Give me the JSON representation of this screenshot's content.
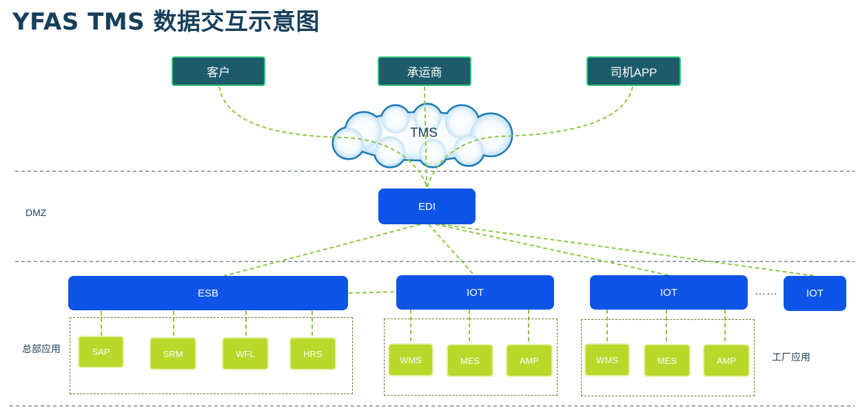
{
  "title": "YFAS TMS 数据交互示意图",
  "zones": {
    "dmz": "DMZ",
    "hq": "总部应用",
    "factory": "工厂应用"
  },
  "external": {
    "customer": "客户",
    "carrier": "承运商",
    "driver_app": "司机APP"
  },
  "cloud": {
    "label": "TMS"
  },
  "systems": {
    "edi": "EDI",
    "esb": "ESB",
    "iot_1": "IOT",
    "iot_2": "IOT",
    "iot_3": "IOT",
    "ellipsis": "……"
  },
  "hq_apps": [
    "SAP",
    "SRM",
    "WFL",
    "HRS"
  ],
  "factory1_apps": [
    "WMS",
    "MES",
    "AMP"
  ],
  "factory2_apps": [
    "WMS",
    "MES",
    "AMP"
  ],
  "colors": {
    "title": "#163f5a",
    "external_fill": "#1d5b6a",
    "external_border": "#2dc97b",
    "system_fill": "#0e54e8",
    "app_fill": "#b8d82a",
    "connector": "#8cc63f",
    "cloud_edge": "#1b7ab5",
    "zone_divider": "#2e4a5e",
    "group_border": "#7a6a2a"
  }
}
